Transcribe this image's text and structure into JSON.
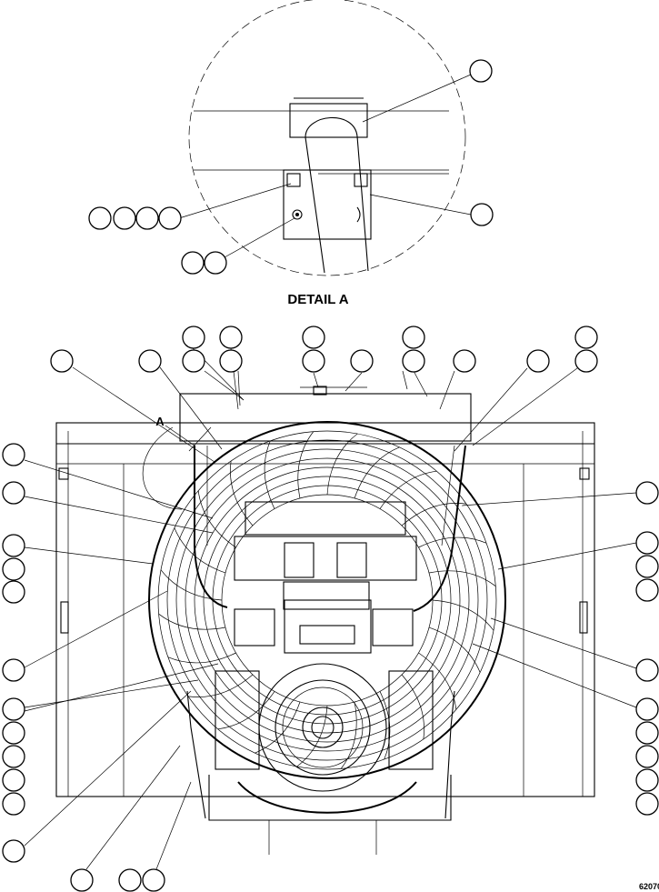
{
  "detail_caption": "DETAIL A",
  "view_marker": "A",
  "drawing_number": "62070"
}
